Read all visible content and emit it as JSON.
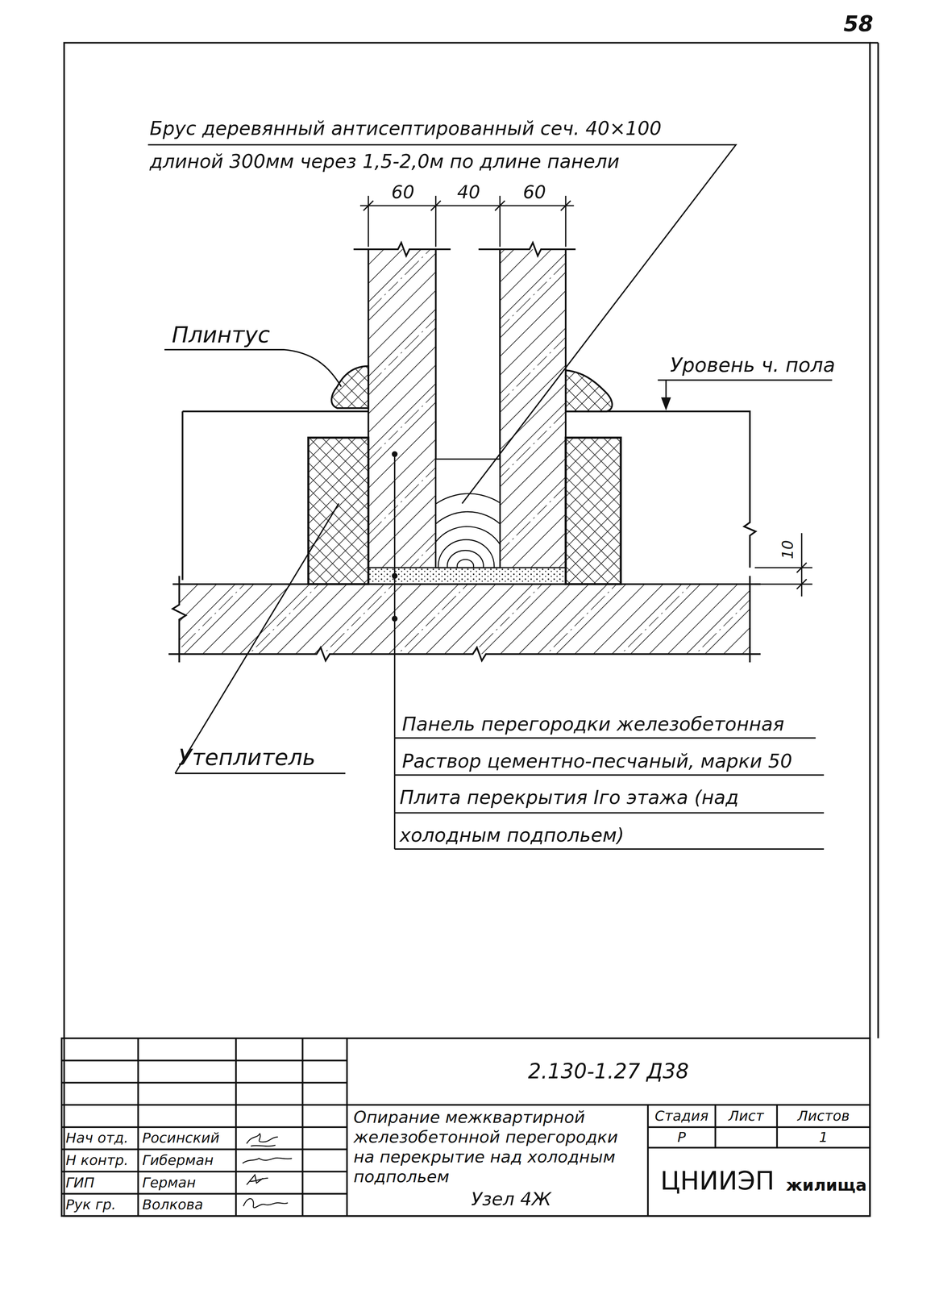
{
  "diagram": {
    "labels": [
      "58",
      "Брус деревянный антисептированный сеч. 40×100 длиной 300мм через 1,5-2,0м по длине панели",
      "60",
      "40",
      "60",
      "Плинтус",
      "Уровень ч. пола",
      "10",
      "Утеплитель",
      "Панель перегородки железобетонная",
      "Раствор цементно-песчаный, марки 50",
      "Плита перекрытия Iго этажа (над холодным подпольем)",
      "2.130-1.27 Д38",
      "Нач отд.",
      "Росинский",
      "Н контр.",
      "Гиберман",
      "ГИП",
      "Герман",
      "Рук гр.",
      "Волкова",
      "Опирание межквартирной железобетонной перегородки на перекрытие над холодным подпольем",
      "Узел 4Ж",
      "Стадия",
      "Лист",
      "Листов",
      "Р",
      "1",
      "ЦНИИЭП",
      "жилища"
    ]
  }
}
